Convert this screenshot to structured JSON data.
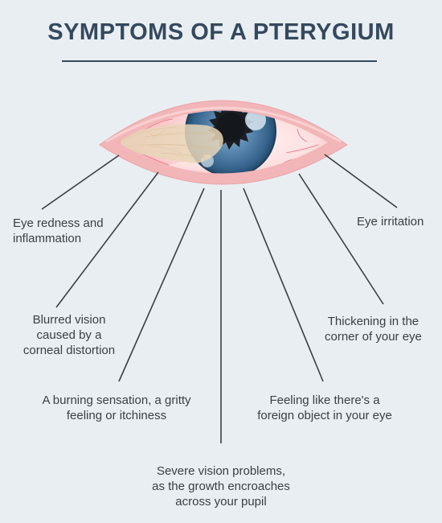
{
  "title": "SYMPTOMS OF A PTERYGIUM",
  "symptoms": [
    {
      "id": "redness",
      "text": "Eye redness and\ninflammation"
    },
    {
      "id": "irritation",
      "text": "Eye irritation"
    },
    {
      "id": "blurred",
      "text": "Blurred vision\ncaused by a\ncorneal distortion"
    },
    {
      "id": "thickening",
      "text": "Thickening in the\ncorner of your eye"
    },
    {
      "id": "burning",
      "text": "A burning sensation, a gritty\nfeeling or itchiness"
    },
    {
      "id": "foreign",
      "text": "Feeling like there's a\nforeign object in your eye"
    },
    {
      "id": "severe",
      "text": "Severe vision problems,\nas the growth encroaches\nacross your pupil"
    }
  ],
  "colors": {
    "background": "#e9eef2",
    "heading": "#34495e",
    "eyelid": "#f2b7b9",
    "sclera": "#fde3e4",
    "iris": "#3d6f97",
    "pupil": "#1b1f24",
    "pterygium": "#e6d2b3"
  }
}
